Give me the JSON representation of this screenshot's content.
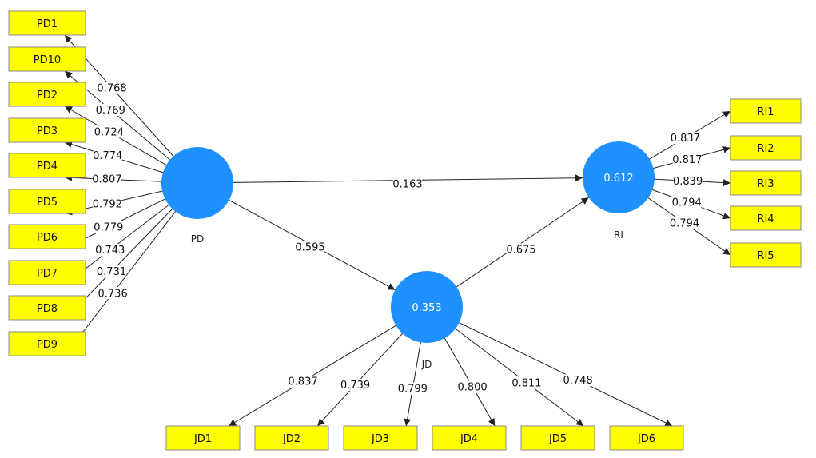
{
  "colors": {
    "latent_fill": "#1e90ff",
    "indicator_fill": "#ffff00",
    "indicator_border": "#8a8a8a",
    "edge": "#222222"
  },
  "latents": {
    "PD": {
      "name": "PD",
      "r2": ""
    },
    "JD": {
      "name": "JD",
      "r2": "0.353"
    },
    "RI": {
      "name": "RI",
      "r2": "0.612"
    }
  },
  "structural_paths": [
    {
      "from": "PD",
      "to": "RI",
      "coef": "0.163"
    },
    {
      "from": "PD",
      "to": "JD",
      "coef": "0.595"
    },
    {
      "from": "JD",
      "to": "RI",
      "coef": "0.675"
    }
  ],
  "indicator_groups": [
    {
      "latent": "PD",
      "items": [
        {
          "label": "PD1",
          "loading": "0.768"
        },
        {
          "label": "PD10",
          "loading": "0.769"
        },
        {
          "label": "PD2",
          "loading": "0.724"
        },
        {
          "label": "PD3",
          "loading": "0.774"
        },
        {
          "label": "PD4",
          "loading": "0.807"
        },
        {
          "label": "PD5",
          "loading": "0.792"
        },
        {
          "label": "PD6",
          "loading": "0.779"
        },
        {
          "label": "PD7",
          "loading": "0.743"
        },
        {
          "label": "PD8",
          "loading": "0.731"
        },
        {
          "label": "PD9",
          "loading": "0.736"
        }
      ]
    },
    {
      "latent": "RI",
      "items": [
        {
          "label": "RI1",
          "loading": "0.837"
        },
        {
          "label": "RI2",
          "loading": "0.817"
        },
        {
          "label": "RI3",
          "loading": "0.839"
        },
        {
          "label": "RI4",
          "loading": "0.794"
        },
        {
          "label": "RI5",
          "loading": "0.794"
        }
      ]
    },
    {
      "latent": "JD",
      "items": [
        {
          "label": "JD1",
          "loading": "0.837"
        },
        {
          "label": "JD2",
          "loading": "0.739"
        },
        {
          "label": "JD3",
          "loading": "0.799"
        },
        {
          "label": "JD4",
          "loading": "0.800"
        },
        {
          "label": "JD5",
          "loading": "0.811"
        },
        {
          "label": "JD6",
          "loading": "0.748"
        }
      ]
    }
  ]
}
